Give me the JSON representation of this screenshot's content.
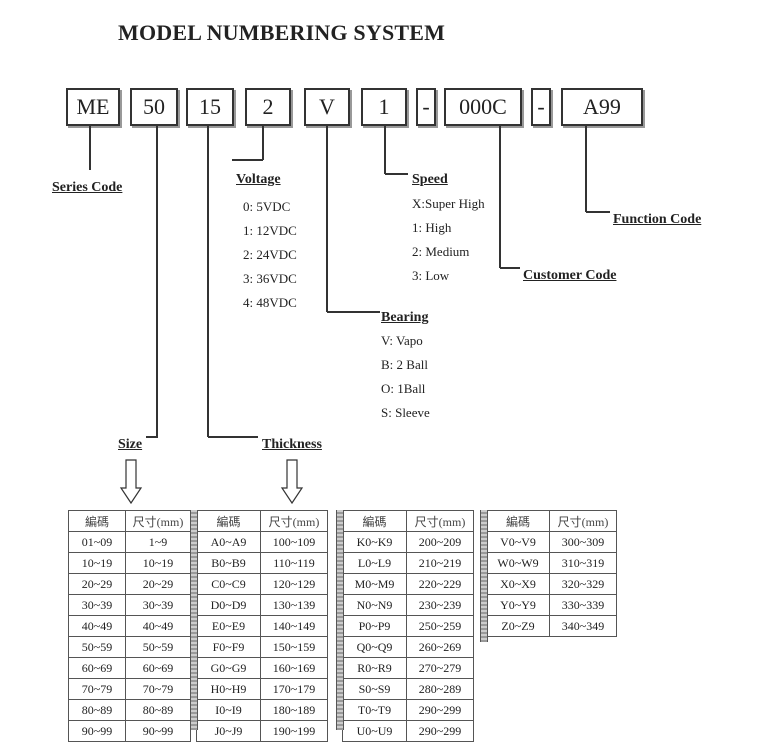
{
  "title": "MODEL NUMBERING SYSTEM",
  "code_boxes": [
    "ME",
    "50",
    "15",
    "2",
    "V",
    "1",
    "-",
    "000C",
    "-",
    "A99"
  ],
  "labels": {
    "series_code": "Series Code",
    "voltage": "Voltage",
    "speed": "Speed",
    "function_code": "Function Code",
    "customer_code": "Customer Code",
    "bearing": "Bearing",
    "size": "Size",
    "thickness": "Thickness"
  },
  "voltage_options": [
    "0: 5VDC",
    "1: 12VDC",
    "2: 24VDC",
    "3: 36VDC",
    "4: 48VDC"
  ],
  "speed_options": [
    "X:Super High",
    "1: High",
    "2: Medium",
    "3: Low"
  ],
  "bearing_options": [
    "V: Vapo",
    "B: 2 Ball",
    "O: 1Ball",
    "S: Sleeve"
  ],
  "table": {
    "headers": [
      "編碼",
      "尺寸(mm)"
    ],
    "groups": [
      {
        "rows": [
          [
            "01~09",
            "1~9"
          ],
          [
            "10~19",
            "10~19"
          ],
          [
            "20~29",
            "20~29"
          ],
          [
            "30~39",
            "30~39"
          ],
          [
            "40~49",
            "40~49"
          ],
          [
            "50~59",
            "50~59"
          ],
          [
            "60~69",
            "60~69"
          ],
          [
            "70~79",
            "70~79"
          ],
          [
            "80~89",
            "80~89"
          ],
          [
            "90~99",
            "90~99"
          ]
        ]
      },
      {
        "rows": [
          [
            "A0~A9",
            "100~109"
          ],
          [
            "B0~B9",
            "110~119"
          ],
          [
            "C0~C9",
            "120~129"
          ],
          [
            "D0~D9",
            "130~139"
          ],
          [
            "E0~E9",
            "140~149"
          ],
          [
            "F0~F9",
            "150~159"
          ],
          [
            "G0~G9",
            "160~169"
          ],
          [
            "H0~H9",
            "170~179"
          ],
          [
            "I0~I9",
            "180~189"
          ],
          [
            "J0~J9",
            "190~199"
          ]
        ]
      },
      {
        "rows": [
          [
            "K0~K9",
            "200~209"
          ],
          [
            "L0~L9",
            "210~219"
          ],
          [
            "M0~M9",
            "220~229"
          ],
          [
            "N0~N9",
            "230~239"
          ],
          [
            "P0~P9",
            "250~259"
          ],
          [
            "Q0~Q9",
            "260~269"
          ],
          [
            "R0~R9",
            "270~279"
          ],
          [
            "S0~S9",
            "280~289"
          ],
          [
            "T0~T9",
            "290~299"
          ],
          [
            "U0~U9",
            "290~299"
          ]
        ]
      },
      {
        "rows": [
          [
            "V0~V9",
            "300~309"
          ],
          [
            "W0~W9",
            "310~319"
          ],
          [
            "X0~X9",
            "320~329"
          ],
          [
            "Y0~Y9",
            "330~339"
          ],
          [
            "Z0~Z9",
            "340~349"
          ]
        ]
      }
    ]
  }
}
